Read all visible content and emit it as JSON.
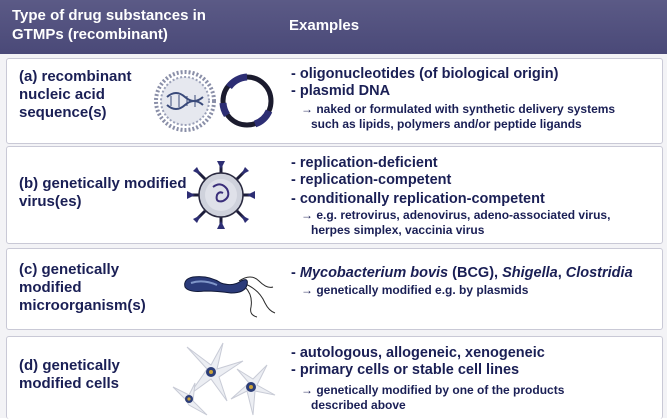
{
  "header": {
    "col1_line1": "Type of drug substances in",
    "col1_line2": "GTMPs (recombinant)",
    "col2": "Examples"
  },
  "rows": [
    {
      "label": "(a)  recombinant\n       nucleic acid\n       sequence(s)",
      "examples": [
        "- oligonucleotides (of biological origin)",
        "- plasmid DNA"
      ],
      "note_line1": "→ naked or formulated with synthetic delivery systems",
      "note_line2": "such as lipids, polymers and/or peptide ligands"
    },
    {
      "label": "(b) genetically modified\n      virus(es)",
      "examples": [
        "- replication-deficient",
        "- replication-competent",
        "- conditionally replication-competent"
      ],
      "note_line1": "→ e.g. retrovirus, adenovirus, adeno-associated virus,",
      "note_line2": "herpes simplex, vaccinia virus"
    },
    {
      "label": "(c) genetically\n      modified\n      microorganism(s)",
      "examples_italic_1": "Mycobacterium bovis",
      "examples_plain_1": " (BCG), ",
      "examples_italic_2": "Shigella",
      "examples_plain_2": ", ",
      "examples_italic_3": "Clostridia",
      "dash": "- ",
      "note_line1": "→ genetically modified e.g. by plasmids"
    },
    {
      "label": "(d) genetically\n      modified cells",
      "examples": [
        "- autologous, allogeneic, xenogeneic",
        "- primary cells or stable cell lines"
      ],
      "note_line1": "→ genetically modified by one of the products",
      "note_line2": "described above"
    }
  ],
  "colors": {
    "header_bg": "#4f4e7e",
    "text": "#1a1f55",
    "accent": "#2e2f6e"
  },
  "icons": [
    "liposome-icon",
    "plasmid-icon",
    "virus-icon",
    "bacterium-icon",
    "cells-icon"
  ]
}
